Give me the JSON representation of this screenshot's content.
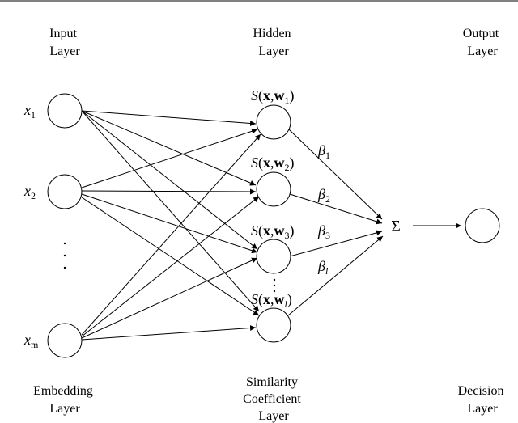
{
  "layers": {
    "input": {
      "top": [
        "Input",
        "Layer"
      ],
      "bottom": [
        "Embedding",
        "Layer"
      ]
    },
    "hidden": {
      "top": [
        "Hidden",
        "Layer"
      ],
      "bottom": [
        "Similarity",
        "Coefficient",
        "Layer"
      ]
    },
    "output": {
      "top": [
        "Output",
        "Layer"
      ],
      "bottom": [
        "Decision",
        "Layer"
      ]
    }
  },
  "inputs": [
    {
      "var": "x",
      "sub": "1"
    },
    {
      "var": "x",
      "sub": "2"
    },
    {
      "var": "x",
      "sub": "m"
    }
  ],
  "hidden_units": [
    {
      "func": "S",
      "arg_x": "x",
      "arg_w": "w",
      "sub": "1"
    },
    {
      "func": "S",
      "arg_x": "x",
      "arg_w": "w",
      "sub": "2"
    },
    {
      "func": "S",
      "arg_x": "x",
      "arg_w": "w",
      "sub": "3"
    },
    {
      "func": "S",
      "arg_x": "x",
      "arg_w": "w",
      "sub": "l"
    }
  ],
  "weights": [
    {
      "sym": "β",
      "sub": "1"
    },
    {
      "sym": "β",
      "sub": "2"
    },
    {
      "sym": "β",
      "sub": "3"
    },
    {
      "sym": "β",
      "sub": "l"
    }
  ],
  "sum_symbol": "Σ"
}
